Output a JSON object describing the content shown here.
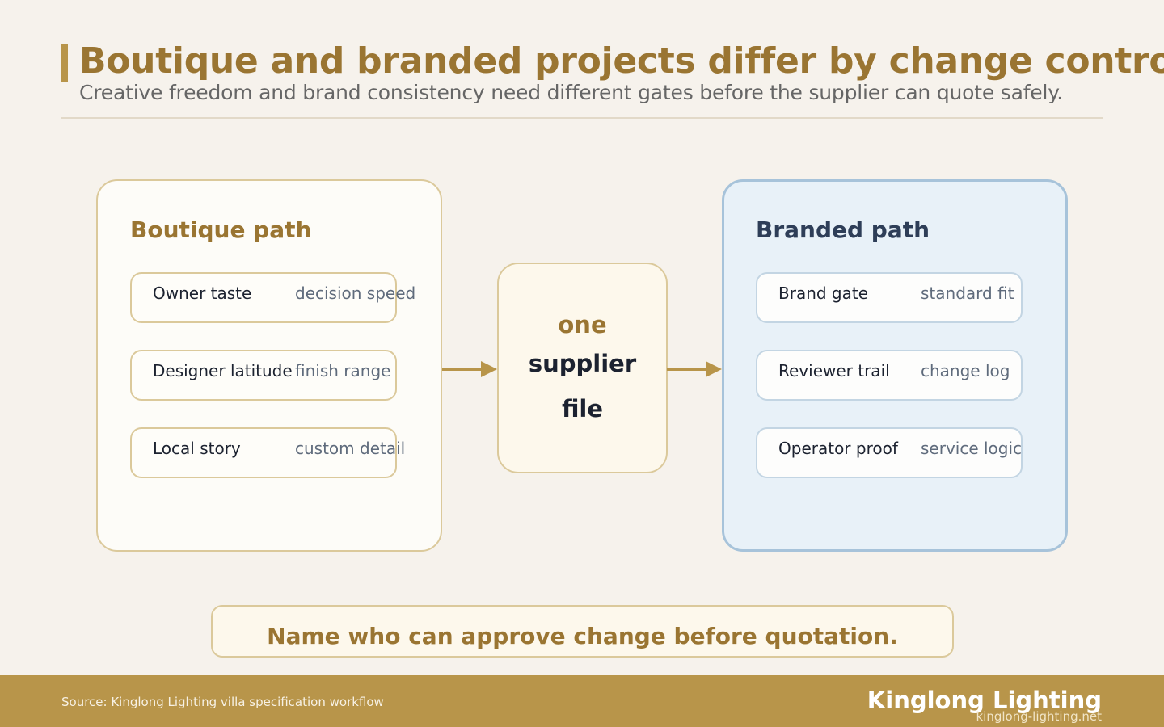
{
  "header": {
    "title": "Boutique and branded projects differ by change control",
    "subtitle": "Creative freedom and brand consistency need different gates before the supplier can quote safely."
  },
  "left_panel": {
    "title": "Boutique path",
    "rows": [
      {
        "label": "Owner taste",
        "detail": "decision speed"
      },
      {
        "label": "Designer latitude",
        "detail": "finish range"
      },
      {
        "label": "Local story",
        "detail": "custom detail"
      }
    ]
  },
  "center": {
    "lines": [
      "one",
      "supplier",
      "file"
    ]
  },
  "right_panel": {
    "title": "Branded path",
    "rows": [
      {
        "label": "Brand gate",
        "detail": "standard fit"
      },
      {
        "label": "Reviewer trail",
        "detail": "change log"
      },
      {
        "label": "Operator proof",
        "detail": "service logic"
      }
    ]
  },
  "callout": {
    "text": "Name who can approve change before quotation."
  },
  "footer": {
    "source": "Source: Kinglong Lighting villa specification workflow",
    "brand": "Kinglong Lighting",
    "url": "kinglong-lighting.net"
  },
  "colors": {
    "background": "#f6f2ec",
    "gold": "#b8954a",
    "gold_text": "#9a7532",
    "navy": "#2e3e58",
    "blue_panel": "#e8f1f8",
    "blue_border": "#a7c3da"
  }
}
